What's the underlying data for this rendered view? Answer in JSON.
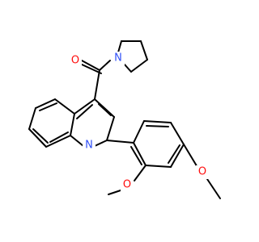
{
  "molecule": {
    "colors": {
      "oxygen": "#ff0d0d",
      "nitrogen": "#3050f8",
      "bond": "#000000"
    },
    "atoms": {
      "carbonyl_oxygen": "O",
      "pyrrolidine_nitrogen": "N",
      "quinoline_nitrogen": "N",
      "methoxy_oxygen_ortho": "O",
      "methoxy_oxygen_para": "O"
    }
  }
}
